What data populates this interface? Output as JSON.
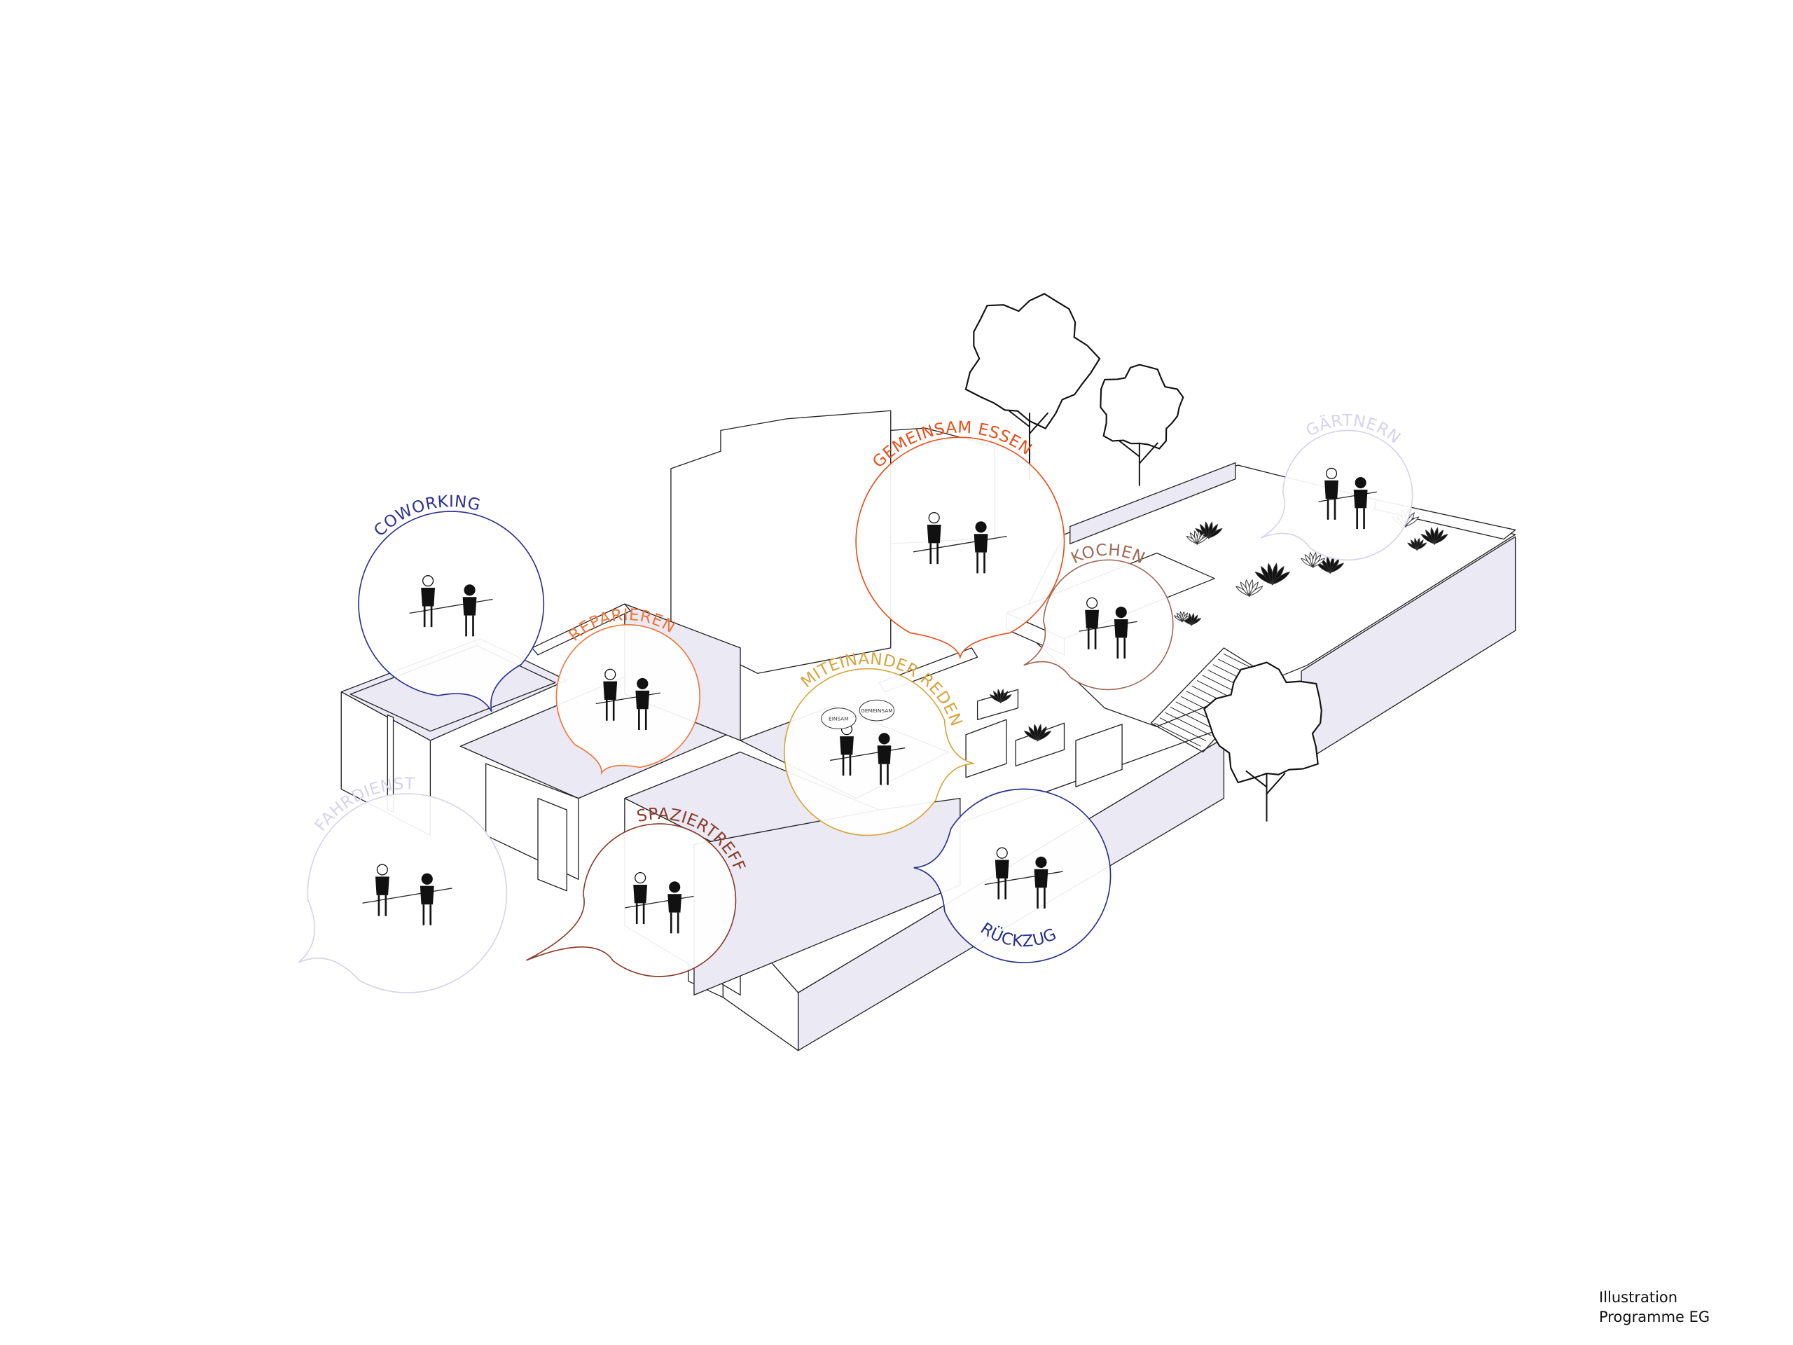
{
  "caption": {
    "line1": "Illustration",
    "line2": "Programme EG"
  },
  "bubbles": [
    {
      "id": "coworking",
      "label": "COWORKING",
      "color": "#2d3192"
    },
    {
      "id": "reparieren",
      "label": "REPARIEREN",
      "color": "#f0763a"
    },
    {
      "id": "gemeinsam-essen",
      "label": "GEMEINSAM ESSEN",
      "color": "#e8501c"
    },
    {
      "id": "kochen",
      "label": "KOCHEN",
      "color": "#a06b58"
    },
    {
      "id": "gaertnern",
      "label": "GÄRTNERN",
      "color": "#d6d3ec"
    },
    {
      "id": "miteinander-reden",
      "label": "MITEINANDER REDEN",
      "color": "#d8a43c"
    },
    {
      "id": "rueckzug",
      "label": "RÜCKZUG",
      "color": "#27308c"
    },
    {
      "id": "fahrdienst",
      "label": "FAHRDIENST",
      "color": "#d6d3ec"
    },
    {
      "id": "spaziertreff",
      "label": "SPAZIERTREFF",
      "color": "#8a3b2a"
    }
  ],
  "speech": {
    "left": "EINSAM",
    "right": "GEMEINSAM"
  },
  "colors": {
    "wall_shade": "#ebe9f4",
    "line": "#222222"
  }
}
